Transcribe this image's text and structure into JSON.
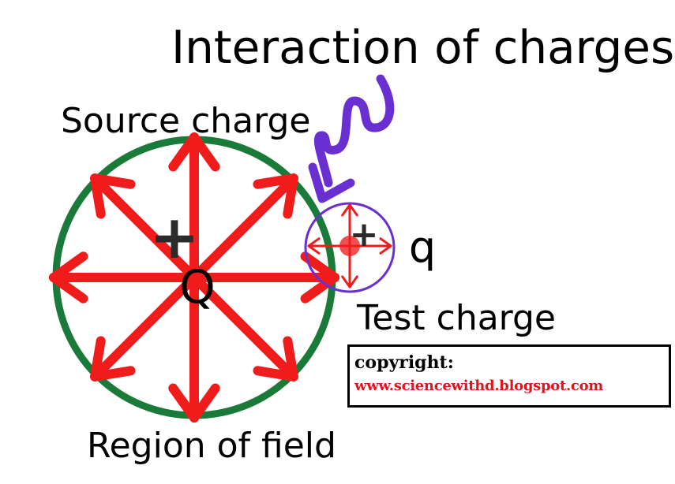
{
  "diagram": {
    "title": "Interaction of charges",
    "source_label": "Source charge",
    "source_sign": "+",
    "source_symbol": "Q",
    "test_sign": "+",
    "test_symbol": "q",
    "test_label": "Test charge",
    "field_label": "Region of field"
  },
  "copyright": {
    "line1": "copyright:",
    "line2": "www.sciencewithd.blogspot.com"
  },
  "colors": {
    "arrow": "#f01c1c",
    "field_circle": "#1a7a3a",
    "test_circle": "#6a2fd0",
    "pointer": "#6a2fd0",
    "copyright_url": "#e0141e"
  }
}
